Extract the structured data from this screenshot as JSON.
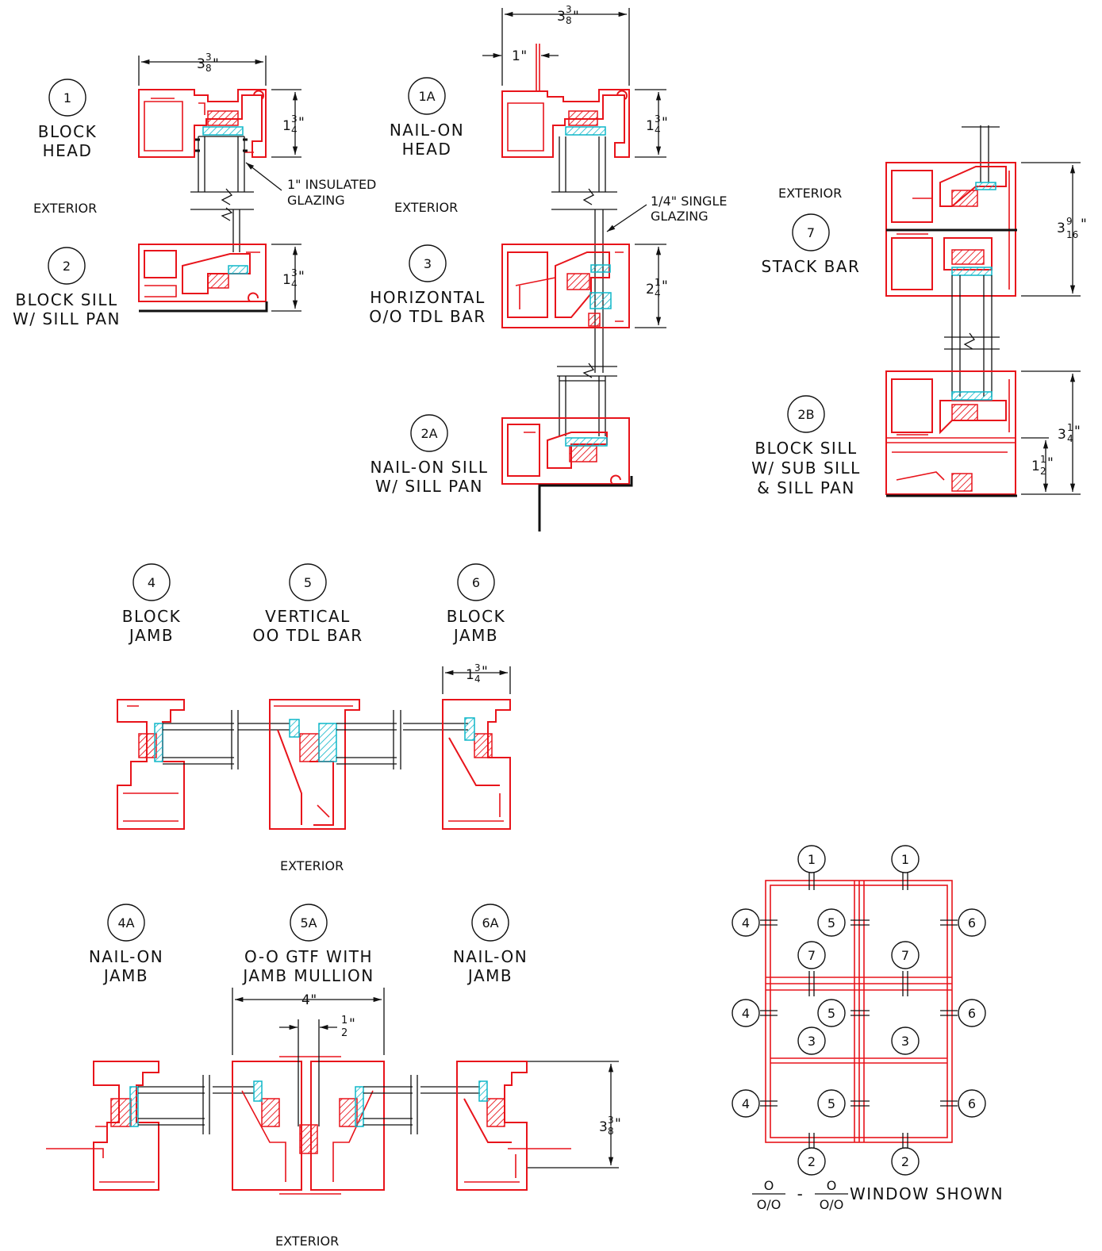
{
  "details": {
    "d1": {
      "num": "1",
      "title": [
        "BLOCK",
        "HEAD"
      ]
    },
    "d1a": {
      "num": "1A",
      "title": [
        "NAIL-ON",
        "HEAD"
      ]
    },
    "d2": {
      "num": "2",
      "title": [
        "BLOCK SILL",
        "W/ SILL PAN"
      ]
    },
    "d3": {
      "num": "3",
      "title": [
        "HORIZONTAL",
        "O/O TDL BAR"
      ]
    },
    "d2a": {
      "num": "2A",
      "title": [
        "NAIL-ON SILL",
        "W/ SILL PAN"
      ]
    },
    "d7": {
      "num": "7",
      "title": [
        "STACK BAR"
      ]
    },
    "d2b": {
      "num": "2B",
      "title": [
        "BLOCK SILL",
        "W/ SUB SILL",
        "& SILL PAN"
      ]
    },
    "d4": {
      "num": "4",
      "title": [
        "BLOCK",
        "JAMB"
      ]
    },
    "d5": {
      "num": "5",
      "title": [
        "VERTICAL",
        "OO TDL BAR"
      ]
    },
    "d6": {
      "num": "6",
      "title": [
        "BLOCK",
        "JAMB"
      ]
    },
    "d4a": {
      "num": "4A",
      "title": [
        "NAIL-ON",
        "JAMB"
      ]
    },
    "d5a": {
      "num": "5A",
      "title": [
        "O-O GTF WITH",
        "JAMB MULLION"
      ]
    },
    "d6a": {
      "num": "6A",
      "title": [
        "NAIL-ON",
        "JAMB"
      ]
    }
  },
  "exterior": "EXTERIOR",
  "notes": {
    "insulated": [
      "1\" INSULATED",
      "GLAZING"
    ],
    "single": [
      "1/4\" SINGLE",
      "GLAZING"
    ]
  },
  "dims": {
    "w338": {
      "whole": "3",
      "num": "3",
      "den": "8",
      "unit": "\""
    },
    "h134": {
      "whole": "1",
      "num": "3",
      "den": "4",
      "unit": "\""
    },
    "h214": {
      "whole": "2",
      "num": "1",
      "den": "4",
      "unit": "\""
    },
    "h3916": {
      "whole": "3",
      "num": "9",
      "den": "16",
      "unit": "\""
    },
    "h314": {
      "whole": "3",
      "num": "1",
      "den": "4",
      "unit": "\""
    },
    "h112": {
      "whole": "1",
      "num": "1",
      "den": "2",
      "unit": "\""
    },
    "one_inch": "1\"",
    "four_inch": "4\"",
    "half": {
      "num": "1",
      "den": "2",
      "unit": "\""
    }
  },
  "elevation": {
    "caption": "WINDOW SHOWN",
    "frac": {
      "num": "O",
      "den": "O/O"
    },
    "dash": "-",
    "callouts": {
      "head": "1",
      "jamb": "4",
      "mullion": "5",
      "right_jamb": "6",
      "stack": "7",
      "tdl": "3",
      "sill": "2"
    }
  },
  "colors": {
    "frame": "#e8141b",
    "glazing_bead": "#0fb7c9",
    "line": "#111111"
  }
}
